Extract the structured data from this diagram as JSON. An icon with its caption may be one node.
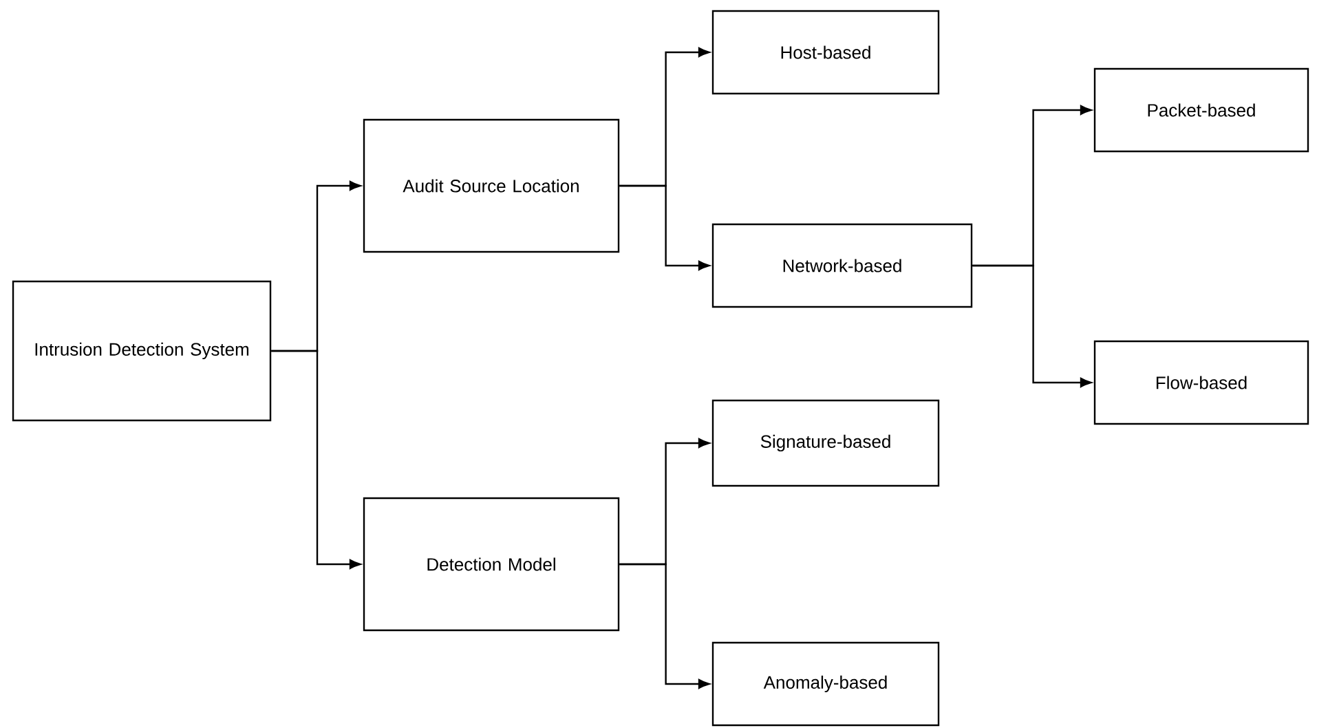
{
  "diagram": {
    "nodes": [
      {
        "text": [
          "Intrusion Detection System"
        ]
      },
      {
        "text": [
          "Audit Source Location"
        ]
      },
      {
        "text": [
          "Detection Model"
        ]
      },
      {
        "text": [
          "Host-based"
        ]
      },
      {
        "text": [
          "Network-based"
        ]
      },
      {
        "text": [
          "Packet-based"
        ]
      },
      {
        "text": [
          "Flow-based"
        ]
      },
      {
        "text": [
          "Signature-based"
        ]
      },
      {
        "text": [
          "Anomaly-based"
        ]
      }
    ],
    "edges": [
      {
        "from": 0,
        "to": 1,
        "arrow": "to"
      },
      {
        "from": 0,
        "to": 2,
        "arrow": "to"
      },
      {
        "from": 1,
        "to": 3,
        "arrow": "to"
      },
      {
        "from": 1,
        "to": 4,
        "arrow": "to"
      },
      {
        "from": 4,
        "to": 5,
        "arrow": "to"
      },
      {
        "from": 4,
        "to": 6,
        "arrow": "to"
      },
      {
        "from": 2,
        "to": 7,
        "arrow": "to"
      },
      {
        "from": 2,
        "to": 8,
        "arrow": "to"
      }
    ]
  }
}
